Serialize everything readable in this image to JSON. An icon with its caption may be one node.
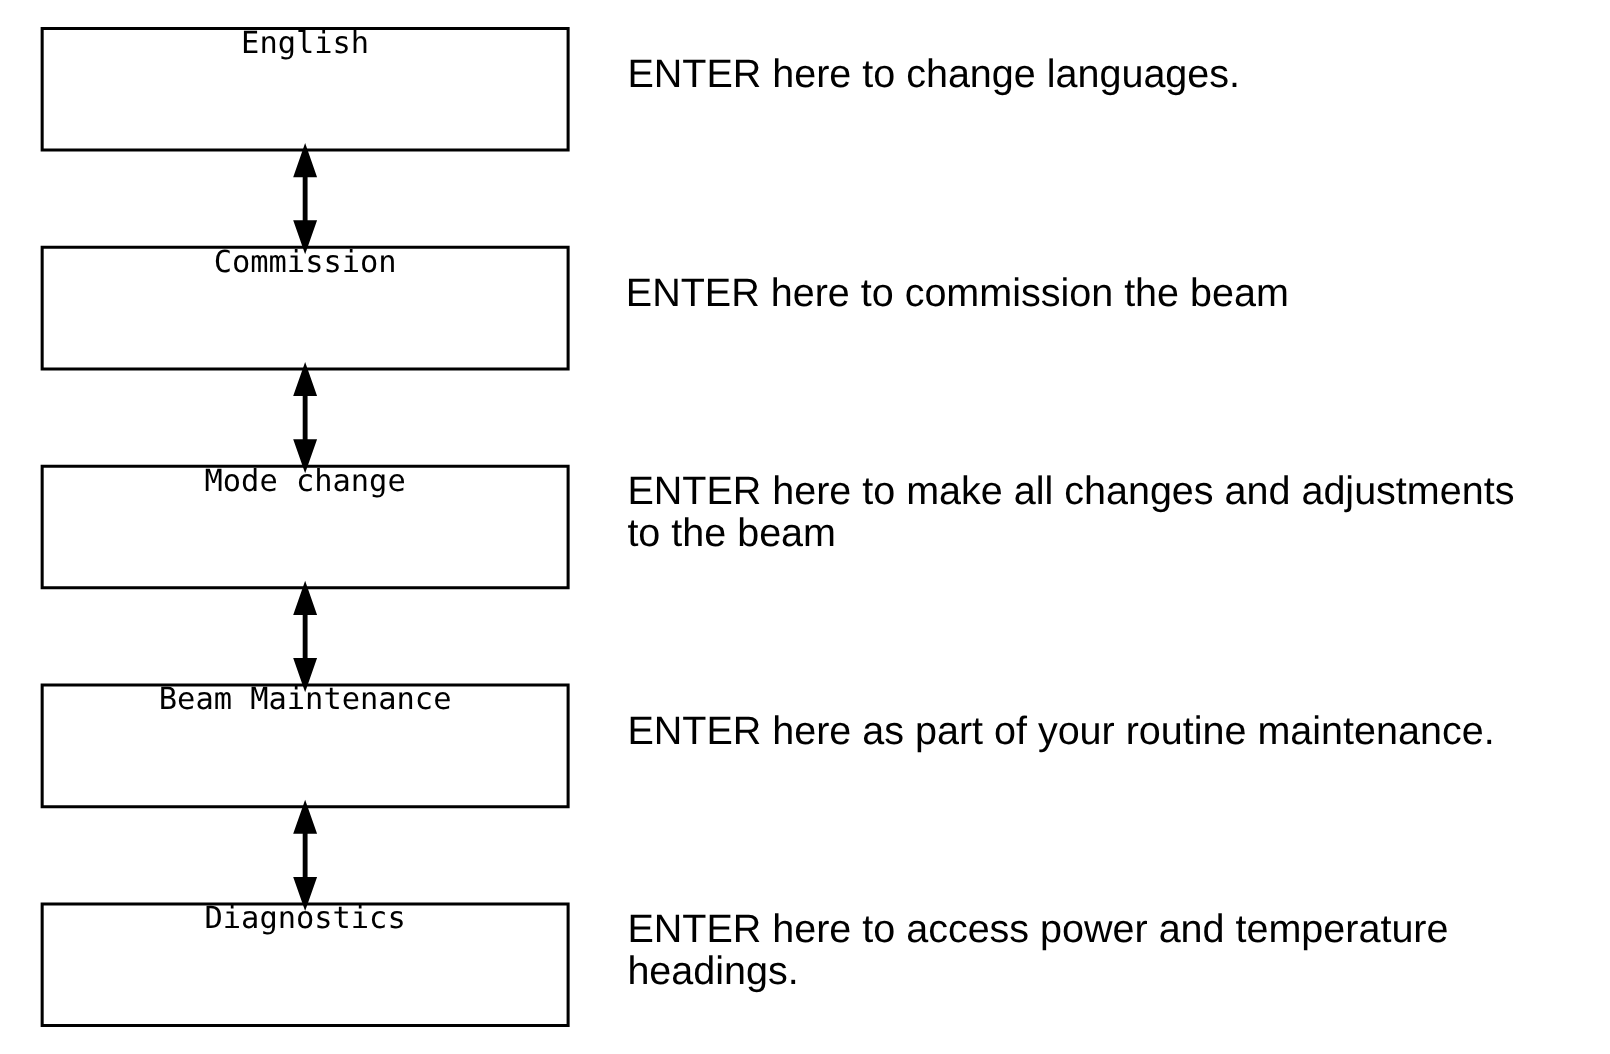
{
  "diagram": {
    "nodes": [
      {
        "text": [
          "English"
        ],
        "beside": [
          "ENTER here to change languages."
        ]
      },
      {
        "text": [
          "Commission"
        ],
        "beside": [
          "ENTER here to commission the beam"
        ]
      },
      {
        "text": [
          "Mode change"
        ],
        "beside": [
          "ENTER here to make all changes and adjustments to the beam"
        ]
      },
      {
        "text": [
          "Beam Maintenance"
        ],
        "beside": [
          "ENTER here as part of your routine maintenance."
        ]
      },
      {
        "text": [
          "Diagnostics"
        ],
        "beside": [
          "ENTER here to access power and temperature headings."
        ]
      }
    ],
    "edges": [
      {
        "from": 0,
        "to": 1,
        "arrow": "both"
      },
      {
        "from": 1,
        "to": 2,
        "arrow": "both"
      },
      {
        "from": 2,
        "to": 3,
        "arrow": "both"
      },
      {
        "from": 3,
        "to": 4,
        "arrow": "both"
      }
    ]
  }
}
